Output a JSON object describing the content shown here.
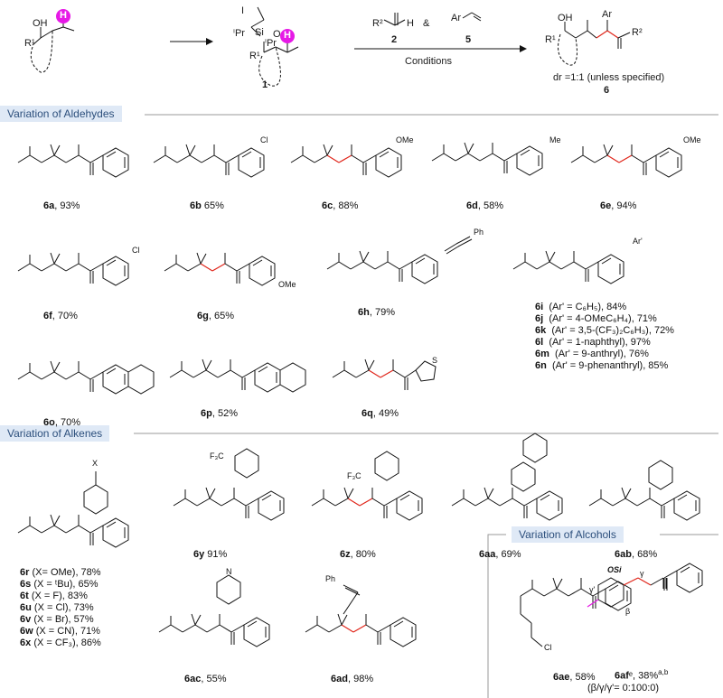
{
  "scheme": {
    "reagent_2_label": "2",
    "amp": "&",
    "reagent_5_label": "5",
    "arrow_text": "Conditions",
    "dr_text": "dr =1:1 (unless specified)",
    "compound_1_label": "1",
    "compound_6_label": "6",
    "atom_H": "H",
    "atom_OH": "OH",
    "atom_R1": "R¹",
    "atom_R2": "R²",
    "atom_Ar": "Ar",
    "atom_I": "I",
    "atom_Si": "Si",
    "atom_O": "O",
    "atom_iPr": "ⁱPr"
  },
  "sections": {
    "aldehydes": "Variation of  Aldehydes",
    "alkenes": "Variation of Alkenes",
    "alcohols": "Variation of Alcohols"
  },
  "aldehydes": [
    {
      "id": "6a",
      "text": ", 93%",
      "sub": ""
    },
    {
      "id": "6b",
      "text": " 65%",
      "sub": "Cl"
    },
    {
      "id": "6c",
      "text": ", 88%",
      "sub": "OMe"
    },
    {
      "id": "6d",
      "text": ", 58%",
      "sub": "Me"
    },
    {
      "id": "6e",
      "text": ", 94%",
      "sub": "OMe"
    },
    {
      "id": "6f",
      "text": ", 70%",
      "sub": "Cl"
    },
    {
      "id": "6g",
      "text": ", 65%",
      "sub": "OMe"
    },
    {
      "id": "6h",
      "text": ", 79%",
      "sub": "Ph"
    },
    {
      "id": "6o",
      "text": ", 70%",
      "sub": ""
    },
    {
      "id": "6p",
      "text": ", 52%",
      "sub": ""
    },
    {
      "id": "6q",
      "text": ", 49%",
      "sub": "S"
    }
  ],
  "aryl_list_header": "Ar'",
  "aryl_list": [
    {
      "id": "6i",
      "text": "(Ar' = C₆H₅), 84%"
    },
    {
      "id": "6j",
      "text": "(Ar' = 4-OMeC₆H₄),  71%"
    },
    {
      "id": "6k",
      "text": "(Ar' = 3,5-(CF₃)₂C₆H₃), 72%"
    },
    {
      "id": "6l",
      "text": "(Ar' = 1-naphthyl), 97%"
    },
    {
      "id": "6m",
      "text": "(Ar' = 9-anthryl), 76%"
    },
    {
      "id": "6n",
      "text": "(Ar' = 9-phenanthryl), 85%"
    }
  ],
  "alkene_list_header": "X",
  "alkene_list": [
    {
      "id": "6r",
      "text": "(X= OMe), 78%"
    },
    {
      "id": "6s",
      "text": "(X = ᵗBu), 65%"
    },
    {
      "id": "6t",
      "text": "(X = F), 83%"
    },
    {
      "id": "6u",
      "text": "(X = Cl), 73%"
    },
    {
      "id": "6v",
      "text": "(X = Br), 57%"
    },
    {
      "id": "6w",
      "text": "(X = CN), 71%"
    },
    {
      "id": "6x",
      "text": "(X = CF₃), 86%"
    }
  ],
  "alkenes": [
    {
      "id": "6y",
      "text": " 91%",
      "sub": "F₃C"
    },
    {
      "id": "6z",
      "text": ",  80%",
      "sub": "F₃C"
    },
    {
      "id": "6aa",
      "text": ", 69%",
      "sub": ""
    },
    {
      "id": "6ab",
      "text": ", 68%",
      "sub": ""
    },
    {
      "id": "6ac",
      "text": ", 55%",
      "sub": "N"
    },
    {
      "id": "6ad",
      "text": ", 98%",
      "sub": "Ph"
    }
  ],
  "alcohols": [
    {
      "id": "6ae",
      "text": ", 58%",
      "sub": "Cl"
    },
    {
      "id": "6af",
      "text": ", 38%",
      "sup": "a,b",
      "dag": "ᵉ"
    }
  ],
  "ratio_note": "(β/γ/γ'= 0:100:0)",
  "greek": {
    "beta": "β",
    "gamma": "γ",
    "gammap": "γ'",
    "osi": "OSi"
  },
  "colors": {
    "banner_bg": "#dfe9f6",
    "banner_text": "#2c4f7c",
    "bond_red": "#e0261b",
    "H_circle": "#e619e6",
    "rule": "#9a9a9a"
  }
}
